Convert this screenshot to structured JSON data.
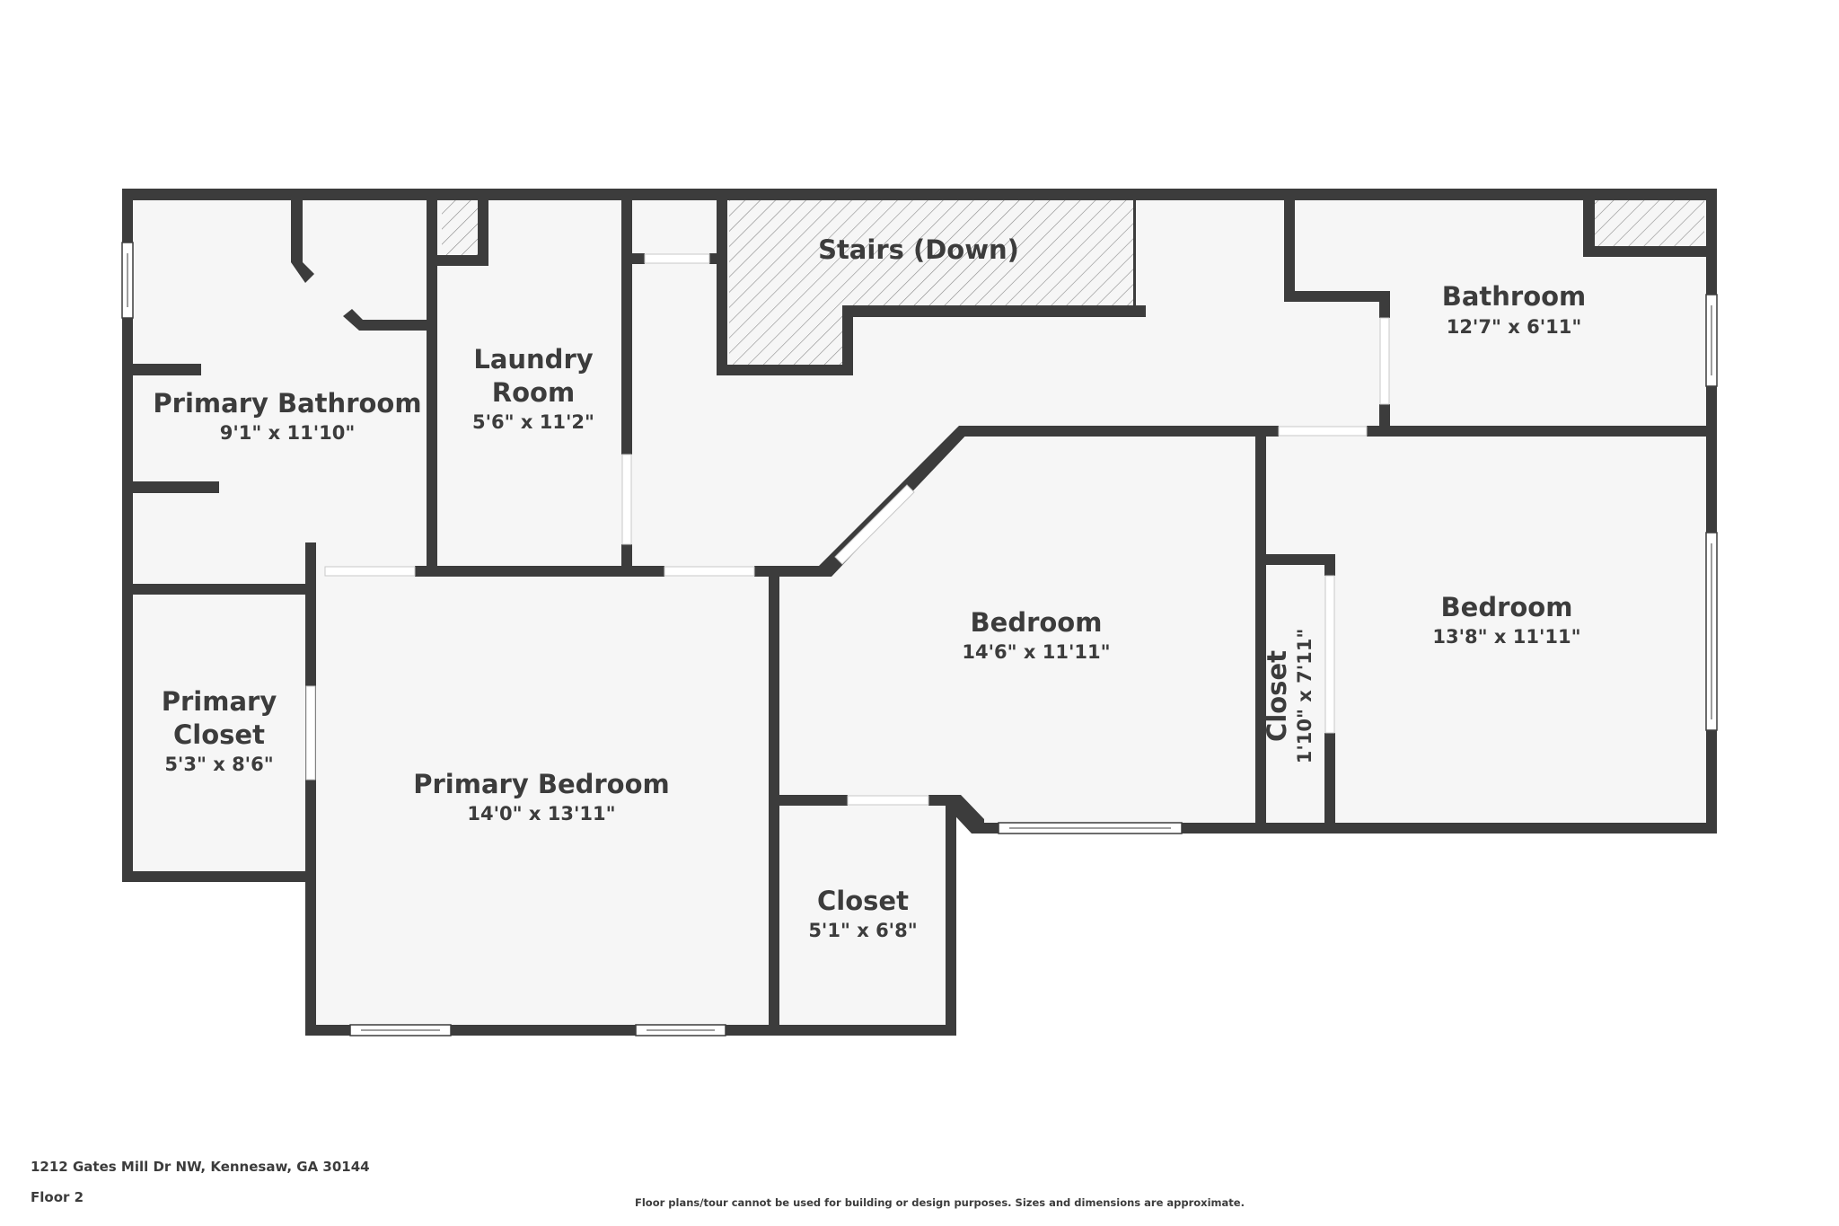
{
  "plan": {
    "floor": "Floor 2",
    "colors": {
      "wall": "#3c3c3c",
      "floor": "#f6f6f6",
      "background": "#ffffff",
      "hatch": "#8a8a8a"
    },
    "rooms": [
      {
        "id": "primary-bathroom",
        "name": "Primary Bathroom",
        "name_lines": [
          "Primary Bathroom"
        ],
        "dimensions": "9'1\" x 11'10\""
      },
      {
        "id": "laundry-room",
        "name": "Laundry Room",
        "name_lines": [
          "Laundry",
          "Room"
        ],
        "dimensions": "5'6\" x 11'2\""
      },
      {
        "id": "stairs",
        "name": "Stairs (Down)",
        "name_lines": [
          "Stairs (Down)"
        ],
        "dimensions": ""
      },
      {
        "id": "bathroom",
        "name": "Bathroom",
        "name_lines": [
          "Bathroom"
        ],
        "dimensions": "12'7\" x 6'11\""
      },
      {
        "id": "primary-closet",
        "name": "Primary Closet",
        "name_lines": [
          "Primary",
          "Closet"
        ],
        "dimensions": "5'3\" x 8'6\""
      },
      {
        "id": "primary-bedroom",
        "name": "Primary Bedroom",
        "name_lines": [
          "Primary Bedroom"
        ],
        "dimensions": "14'0\" x 13'11\""
      },
      {
        "id": "bedroom-2",
        "name": "Bedroom",
        "name_lines": [
          "Bedroom"
        ],
        "dimensions": "14'6\" x 11'11\""
      },
      {
        "id": "closet-2",
        "name": "Closet",
        "name_lines": [
          "Closet"
        ],
        "dimensions": "5'1\" x 6'8\""
      },
      {
        "id": "closet-3",
        "name": "Closet",
        "name_lines": [
          "Closet"
        ],
        "dimensions": "1'10\" x 7'11\""
      },
      {
        "id": "bedroom-3",
        "name": "Bedroom",
        "name_lines": [
          "Bedroom"
        ],
        "dimensions": "13'8\" x 11'11\""
      }
    ]
  },
  "footer": {
    "address": "1212 Gates Mill Dr NW, Kennesaw, GA 30144",
    "floor_label": "Floor 2",
    "disclaimer": "Floor plans/tour cannot be used for building or design purposes. Sizes and dimensions are approximate."
  }
}
